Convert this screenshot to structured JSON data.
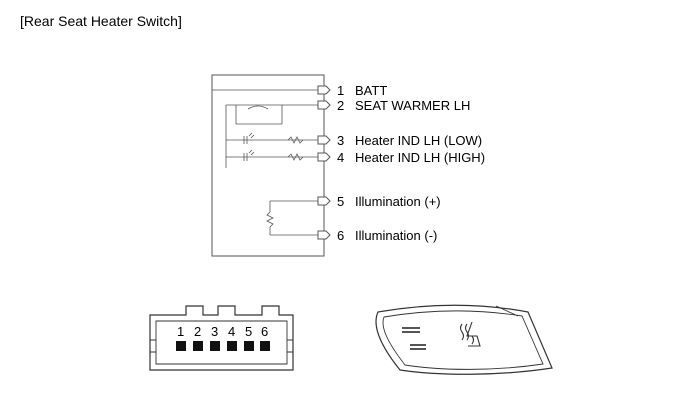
{
  "title": "[Rear Seat Heater Switch]",
  "pins": [
    {
      "num": "1",
      "label": "BATT"
    },
    {
      "num": "2",
      "label": "SEAT WARMER LH"
    },
    {
      "num": "3",
      "label": "Heater IND LH (LOW)"
    },
    {
      "num": "4",
      "label": "Heater IND LH (HIGH)"
    },
    {
      "num": "5",
      "label": "Illumination (+)"
    },
    {
      "num": "6",
      "label": "Illumination (-)"
    }
  ],
  "connector_pins": [
    "1",
    "2",
    "3",
    "4",
    "5",
    "6"
  ]
}
